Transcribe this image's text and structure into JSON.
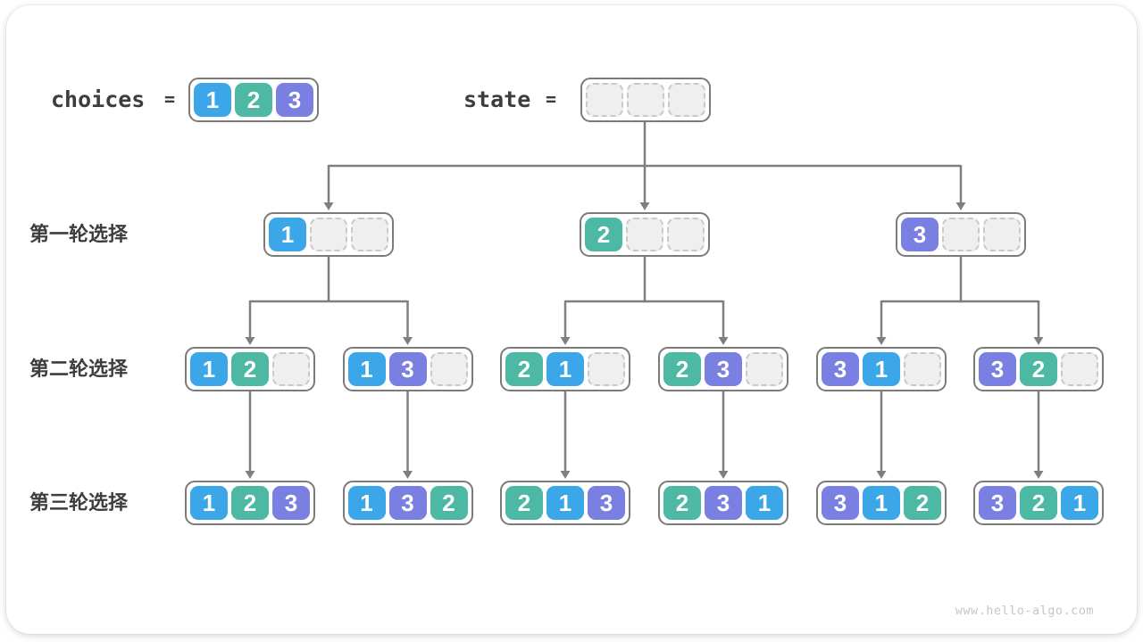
{
  "colors": {
    "1": "#3BA7E9",
    "2": "#4DB8A3",
    "3": "#7A80E2",
    "empty_fill": "#EFEFEF",
    "empty_border": "#C9C9C9",
    "box_border": "#7B7B7B",
    "arrow": "#7F7F7F",
    "text": "#3D3D3D",
    "watermark": "#C6C6C6"
  },
  "header": {
    "choices": {
      "label": "choices",
      "equals": "=",
      "cells": [
        1,
        2,
        3
      ]
    },
    "state": {
      "label": "state",
      "equals": "=",
      "cells": [
        null,
        null,
        null
      ]
    }
  },
  "rows": [
    {
      "label": "第一轮选择",
      "boxes": [
        [
          1,
          null,
          null
        ],
        [
          2,
          null,
          null
        ],
        [
          3,
          null,
          null
        ]
      ]
    },
    {
      "label": "第二轮选择",
      "boxes": [
        [
          1,
          2,
          null
        ],
        [
          1,
          3,
          null
        ],
        [
          2,
          1,
          null
        ],
        [
          2,
          3,
          null
        ],
        [
          3,
          1,
          null
        ],
        [
          3,
          2,
          null
        ]
      ]
    },
    {
      "label": "第三轮选择",
      "boxes": [
        [
          1,
          2,
          3
        ],
        [
          1,
          3,
          2
        ],
        [
          2,
          1,
          3
        ],
        [
          2,
          3,
          1
        ],
        [
          3,
          1,
          2
        ],
        [
          3,
          2,
          1
        ]
      ]
    }
  ],
  "edges": {
    "root_to_round1": [
      0,
      1,
      2
    ],
    "round1_to_round2": [
      [
        0,
        1
      ],
      [
        2,
        3
      ],
      [
        4,
        5
      ]
    ],
    "round2_to_round3": [
      0,
      1,
      2,
      3,
      4,
      5
    ]
  },
  "watermark": "www.hello-algo.com"
}
